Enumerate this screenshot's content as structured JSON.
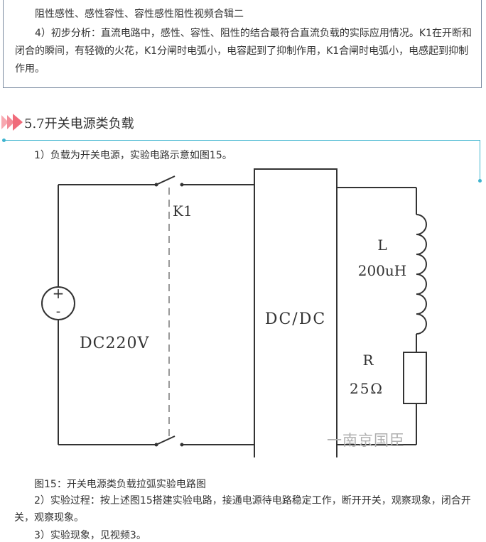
{
  "top": {
    "line1": "阻性感性、感性容性、容性感性阻性视频合辑二",
    "analysis": "4）初步分析：直流电路中，感性、容性、阻性的结合最符合直流负载的实际应用情况。K1在开断和闭合的瞬间，有轻微的火花，K1分闸时电弧小，电容起到了抑制作用，K1合闸时电弧小，电感起到抑制作用。"
  },
  "section": {
    "title": "5.7开关电源类负载"
  },
  "body": {
    "p1": "1）负载为开关电源，实验电路示意如图15。",
    "caption": "图15：开关电源类负载拉弧实验电路图",
    "p2": "2）实验过程：按上述图15搭建实验电路，接通电源待电路稳定工作，断开开关，观察现象，闭合开关，观察现象。",
    "p3": "3）实验现象，见视频3。"
  },
  "circuit": {
    "switch_label": "K1",
    "source_label": "DC220V",
    "source_plus": "+",
    "source_minus": "-",
    "converter_label": "DC/DC",
    "inductor_name": "L",
    "inductor_value": "200uH",
    "resistor_name": "R",
    "resistor_value": "25Ω"
  },
  "watermark": {
    "text": "一南京国臣"
  },
  "colors": {
    "accent": "#3fb4cf",
    "arrow": "#f06b7a",
    "box_border": "#7a8aa0"
  }
}
